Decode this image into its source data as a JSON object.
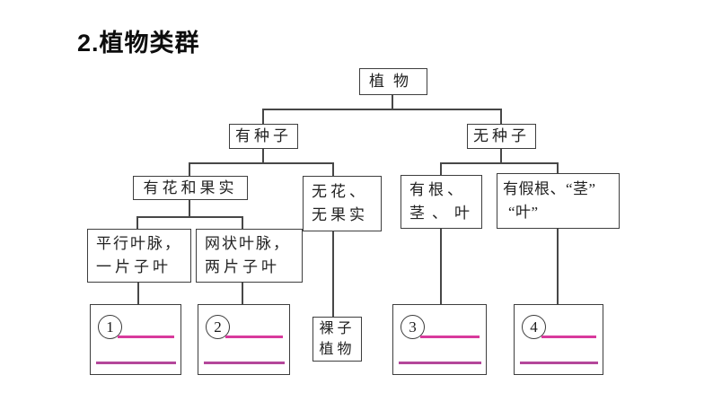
{
  "page": {
    "title": "2.植物类群",
    "background_color": "#ffffff"
  },
  "diagram": {
    "type": "tree-flowchart",
    "nodes": {
      "root": {
        "label": "植物"
      },
      "has_seed": {
        "label": "有种子"
      },
      "no_seed": {
        "label": "无种子"
      },
      "flower_fruit": {
        "label": "有花和果实"
      },
      "no_flower": {
        "line1": "无花、",
        "line2": "无果实"
      },
      "root_stem_leaf": {
        "line1": "有根、",
        "line2": "茎、叶"
      },
      "pseudo_root": {
        "line1": "有假根、“茎”",
        "line2": "“叶”"
      },
      "parallel_vein": {
        "line1": "平行叶脉，",
        "line2": "一片子叶"
      },
      "net_vein": {
        "line1": "网状叶脉，",
        "line2": "两片子叶"
      },
      "gymnosperm": {
        "line1": "裸子",
        "line2": "植物"
      }
    },
    "blanks": [
      {
        "number": "1",
        "answer_line_count": 2
      },
      {
        "number": "2",
        "answer_line_count": 2
      },
      {
        "number": "3",
        "answer_line_count": 2
      },
      {
        "number": "4",
        "answer_line_count": 2
      }
    ],
    "colors": {
      "box_border": "#3e3e3e",
      "connector": "#474747",
      "blank_line_top": "#d83a9c",
      "blank_line_bottom": "#b4479a"
    }
  }
}
